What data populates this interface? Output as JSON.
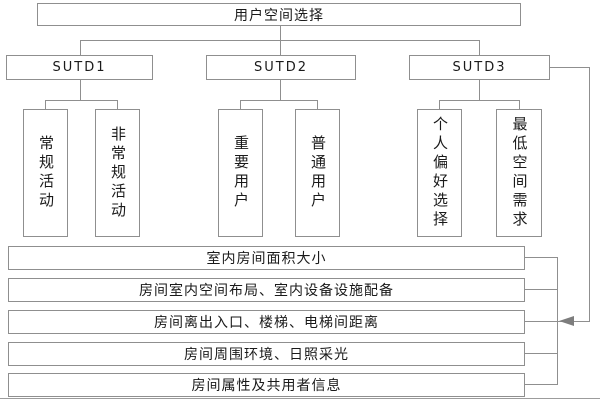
{
  "diagram": {
    "title": "用户空间选择",
    "branches": [
      {
        "label": "SUTD1",
        "children": [
          "常规活动",
          "非常规活动"
        ]
      },
      {
        "label": "SUTD2",
        "children": [
          "重要用户",
          "普通用户"
        ]
      },
      {
        "label": "SUTD3",
        "children": [
          "个人偏好选择",
          "最低空间需求"
        ]
      }
    ],
    "criteria_bars": [
      "室内房间面积大小",
      "房间室内空间布局、室内设备设施配备",
      "房间离出入口、楼梯、电梯间距离",
      "房间周围环境、日照采光",
      "房间属性及共用者信息"
    ],
    "colors": {
      "background": "#ffffff",
      "line": "#8f8f8f",
      "text": "#1a1a1a",
      "arrow": "#7d7d7d"
    }
  }
}
